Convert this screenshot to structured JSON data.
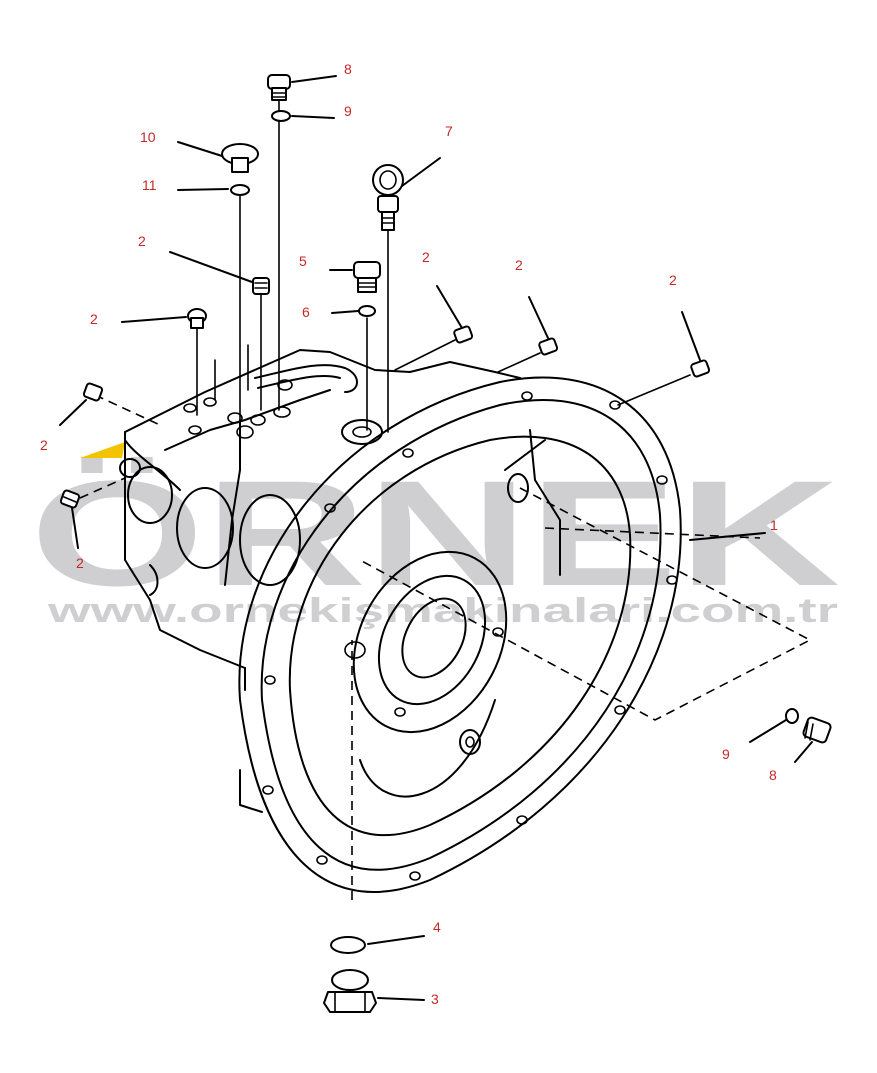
{
  "watermark": {
    "brand": "ÖRNEK",
    "url": "www.ornekişmakinalari.com.tr",
    "accent_color": "#f2c400",
    "gray_color": "#b9b9be"
  },
  "callout_color": "#c62828",
  "callouts": [
    {
      "id": "c8a",
      "text": "8"
    },
    {
      "id": "c9a",
      "text": "9"
    },
    {
      "id": "c10",
      "text": "10"
    },
    {
      "id": "c7",
      "text": "7"
    },
    {
      "id": "c11",
      "text": "11"
    },
    {
      "id": "c2a",
      "text": "2"
    },
    {
      "id": "c5",
      "text": "5"
    },
    {
      "id": "c2b",
      "text": "2"
    },
    {
      "id": "c2c",
      "text": "2"
    },
    {
      "id": "c2d",
      "text": "2"
    },
    {
      "id": "c2e",
      "text": "2"
    },
    {
      "id": "c6",
      "text": "6"
    },
    {
      "id": "c2f",
      "text": "2"
    },
    {
      "id": "c2g",
      "text": "2"
    },
    {
      "id": "c1",
      "text": "1"
    },
    {
      "id": "c9b",
      "text": "9"
    },
    {
      "id": "c8b",
      "text": "8"
    },
    {
      "id": "c4",
      "text": "4"
    },
    {
      "id": "c3",
      "text": "3"
    }
  ]
}
